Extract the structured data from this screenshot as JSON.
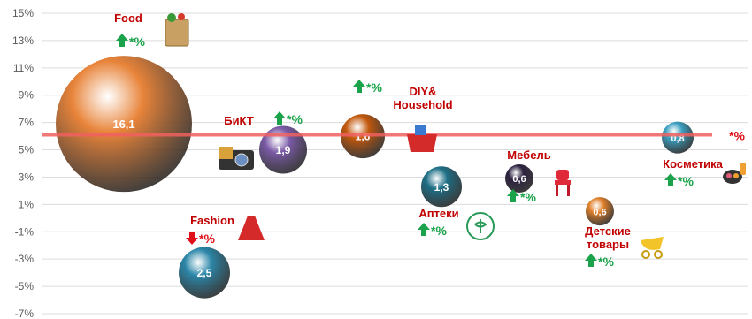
{
  "chart_data": {
    "type": "bubble",
    "y_ticks": [
      "15%",
      "13%",
      "11%",
      "9%",
      "7%",
      "5%",
      "3%",
      "1%",
      "-1%",
      "-3%",
      "-5%",
      "-7%"
    ],
    "ylim": [
      -7,
      15
    ],
    "grid": true,
    "reference_line": {
      "y": 6.1,
      "label": "*%"
    },
    "series": [
      {
        "category": "Food",
        "label": "16,1",
        "size": 16.1,
        "y": 6.9,
        "trend": "up",
        "trend_text": "*%",
        "color": "#e8843a",
        "icon": "food-bag-icon"
      },
      {
        "category": "Fashion",
        "label": "2,5",
        "size": 2.5,
        "y": -4.0,
        "trend": "down",
        "trend_text": "*%",
        "color": "#2b86a8",
        "icon": "dress-icon"
      },
      {
        "category": "БиКТ",
        "label": "1,9",
        "size": 1.9,
        "y": 5.0,
        "trend": "up",
        "trend_text": "*%",
        "color": "#7a5aa6",
        "icon": "camera-icon"
      },
      {
        "category": "DIY& Household",
        "label": "1,6",
        "size": 1.6,
        "y": 6.0,
        "trend": "up",
        "trend_text": "*%",
        "color": "#c2580c",
        "icon": "basket-icon"
      },
      {
        "category": "Аптеки",
        "label": "1,3",
        "size": 1.3,
        "y": 2.3,
        "trend": "up",
        "trend_text": "*%",
        "color": "#1d6f86",
        "icon": "pharmacy-icon"
      },
      {
        "category": "Мебель",
        "label": "0,6",
        "size": 0.6,
        "y": 2.9,
        "trend": "up",
        "trend_text": "*%",
        "color": "#2d2240",
        "icon": "chair-icon"
      },
      {
        "category": "Детские товары",
        "label": "0,6",
        "size": 0.6,
        "y": 0.5,
        "trend": "up",
        "trend_text": "*%",
        "color": "#e0802a",
        "icon": "stroller-icon"
      },
      {
        "category": "Косметика",
        "label": "0,8",
        "size": 0.8,
        "y": 5.9,
        "trend": "up",
        "trend_text": "*%",
        "color": "#3a9fc0",
        "icon": "cosmetics-icon"
      }
    ]
  }
}
